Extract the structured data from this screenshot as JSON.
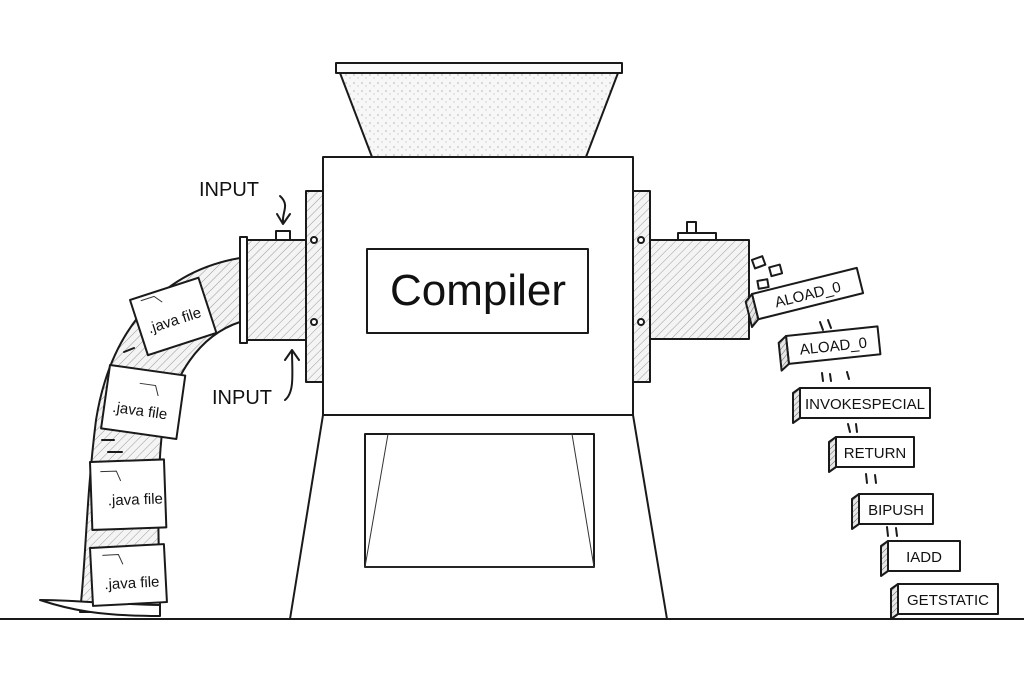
{
  "machine": {
    "label": "Compiler"
  },
  "inputs": [
    {
      "label": "INPUT"
    },
    {
      "label": "INPUT"
    }
  ],
  "input_files": [
    {
      "label": ".java file"
    },
    {
      "label": ".java file"
    },
    {
      "label": ".java file"
    },
    {
      "label": ".java file"
    }
  ],
  "bytecode": [
    {
      "label": "ALOAD_0"
    },
    {
      "label": "ALOAD_0"
    },
    {
      "label": "INVOKESPECIAL"
    },
    {
      "label": "RETURN"
    },
    {
      "label": "BIPUSH"
    },
    {
      "label": "IADD"
    },
    {
      "label": "GETSTATIC"
    }
  ]
}
